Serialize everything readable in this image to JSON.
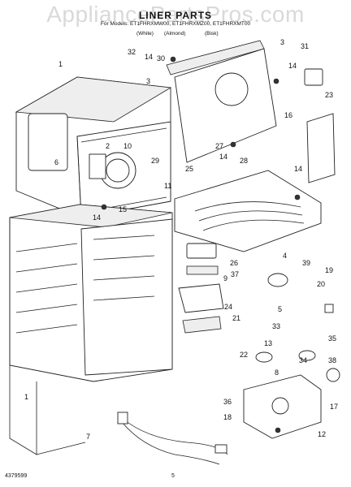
{
  "watermark": "AppliancePartsPros.com",
  "header": {
    "title": "LINER PARTS",
    "subtitle": "For Models: ET1FHRXMW00, ET1FHRXMZ00, ET1FHRXMT00",
    "colors": [
      "(White)",
      "(Almond)",
      "(Bisk)"
    ]
  },
  "callouts": [
    "1",
    "1",
    "2",
    "3",
    "3",
    "4",
    "5",
    "6",
    "7",
    "8",
    "9",
    "10",
    "11",
    "12",
    "13",
    "14",
    "14",
    "14",
    "14",
    "14",
    "15",
    "16",
    "17",
    "18",
    "19",
    "20",
    "21",
    "22",
    "23",
    "24",
    "25",
    "26",
    "27",
    "28",
    "29",
    "30",
    "31",
    "32",
    "33",
    "34",
    "35",
    "36",
    "37",
    "38",
    "39"
  ],
  "footer": {
    "doc_number": "4379599",
    "page": "5"
  }
}
